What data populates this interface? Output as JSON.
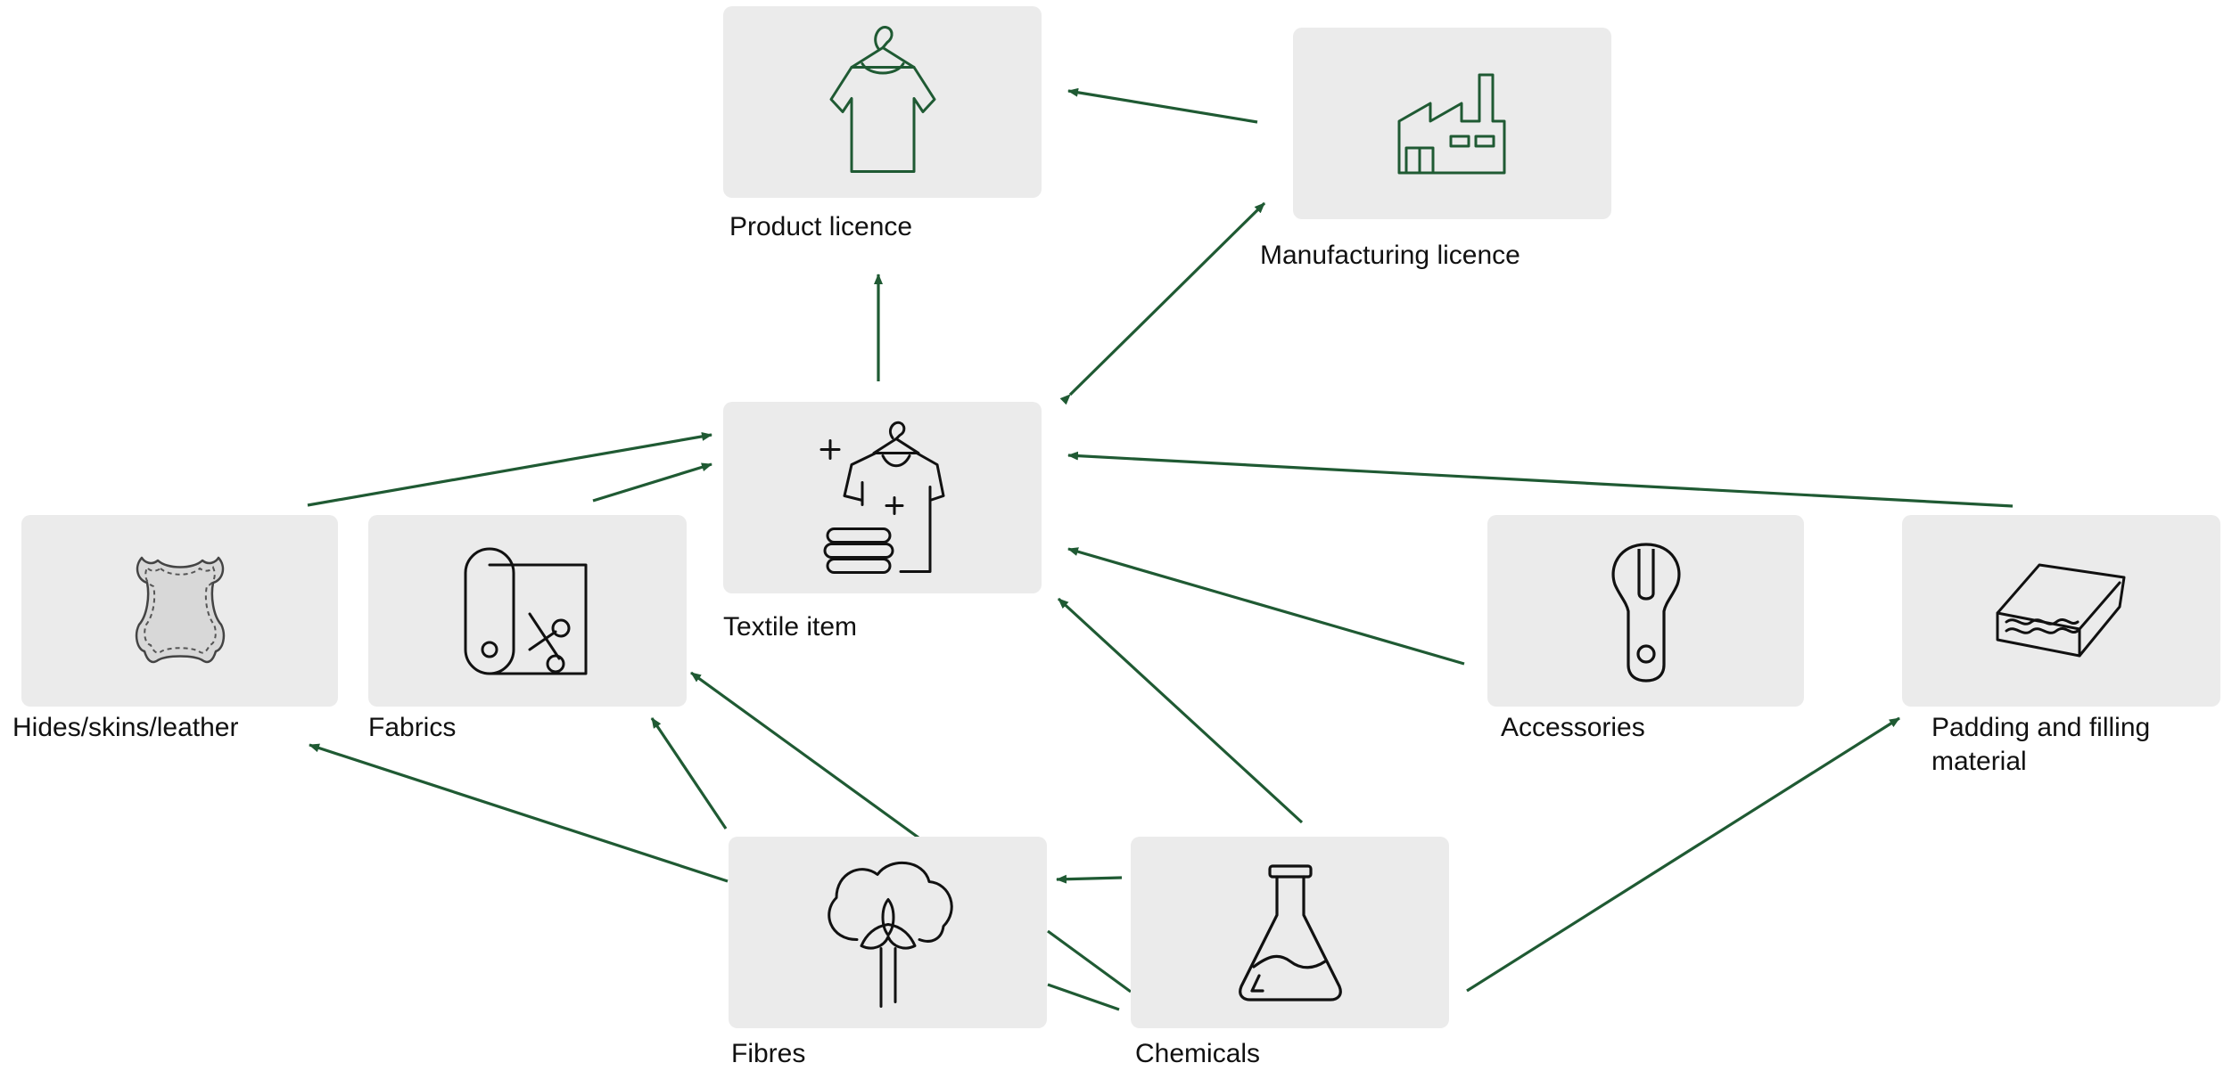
{
  "nodes": {
    "product_licence": "Product licence",
    "manufacturing_licence": "Manufacturing licence",
    "textile_item": "Textile item",
    "hides_skins_leather": "Hides/skins/leather",
    "fabrics": "Fabrics",
    "accessories": "Accessories",
    "padding_filling_material": "Padding and filling material",
    "fibres": "Fibres",
    "chemicals": "Chemicals"
  },
  "edges": [
    {
      "from": "manufacturing_licence",
      "to": "product_licence"
    },
    {
      "from": "textile_item",
      "to": "manufacturing_licence",
      "bidirectional": true
    },
    {
      "from": "textile_item",
      "to": "product_licence"
    },
    {
      "from": "hides_skins_leather",
      "to": "textile_item"
    },
    {
      "from": "fabrics",
      "to": "textile_item"
    },
    {
      "from": "padding_filling_material",
      "to": "textile_item"
    },
    {
      "from": "accessories",
      "to": "textile_item"
    },
    {
      "from": "chemicals",
      "to": "textile_item"
    },
    {
      "from": "fibres",
      "to": "hides_skins_leather"
    },
    {
      "from": "fibres",
      "to": "fabrics"
    },
    {
      "from": "chemicals",
      "to": "fibres"
    },
    {
      "from": "chemicals",
      "to": "padding_filling_material"
    }
  ],
  "colors": {
    "arrow": "#1f5a33",
    "icon_accent": "#1f5a33",
    "box_fill": "#ebebeb",
    "text": "#111111"
  },
  "icons": {
    "product_licence": "t-shirt-on-hanger-icon",
    "manufacturing_licence": "factory-icon",
    "textile_item": "laundry-clothes-icon",
    "hides_skins_leather": "leather-hide-icon",
    "fabrics": "fabric-roll-scissors-icon",
    "accessories": "zipper-pull-icon",
    "padding_filling_material": "padding-layers-icon",
    "fibres": "cotton-plant-icon",
    "chemicals": "chemical-flask-icon"
  }
}
